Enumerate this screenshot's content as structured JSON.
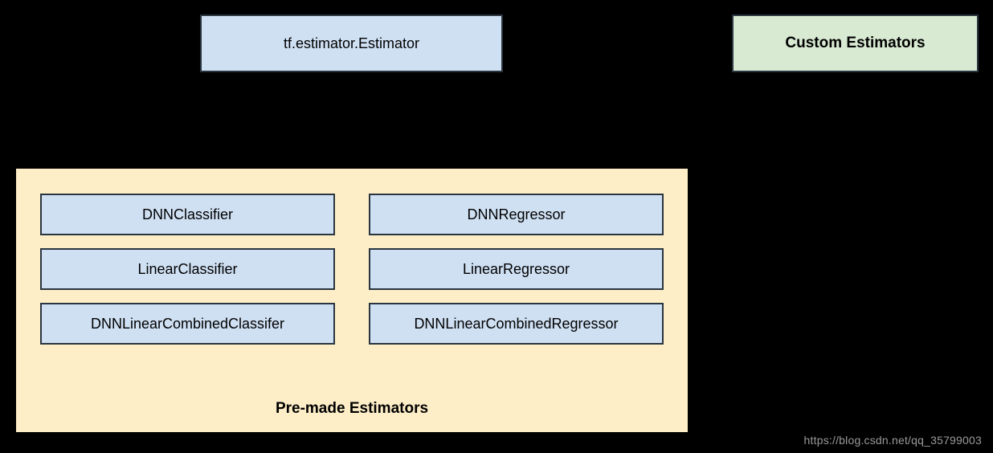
{
  "diagram": {
    "background_color": "#000000",
    "root_node": {
      "label": "tf.estimator.Estimator",
      "color": "#cfe0f3",
      "border_color": "#2a3540"
    },
    "custom_node": {
      "label": "Custom Estimators",
      "color": "#d9ead3",
      "border_color": "#2a3540"
    },
    "premade_group": {
      "caption": "Pre-made Estimators",
      "background_color": "#fdeec8",
      "rows": [
        {
          "left": "DNNClassifier",
          "right": "DNNRegressor"
        },
        {
          "left": "LinearClassifier",
          "right": "LinearRegressor"
        },
        {
          "left": "DNNLinearCombinedClassifer",
          "right": "DNNLinearCombinedRegressor"
        }
      ]
    },
    "watermark": "https://blog.csdn.net/qq_35799003"
  }
}
